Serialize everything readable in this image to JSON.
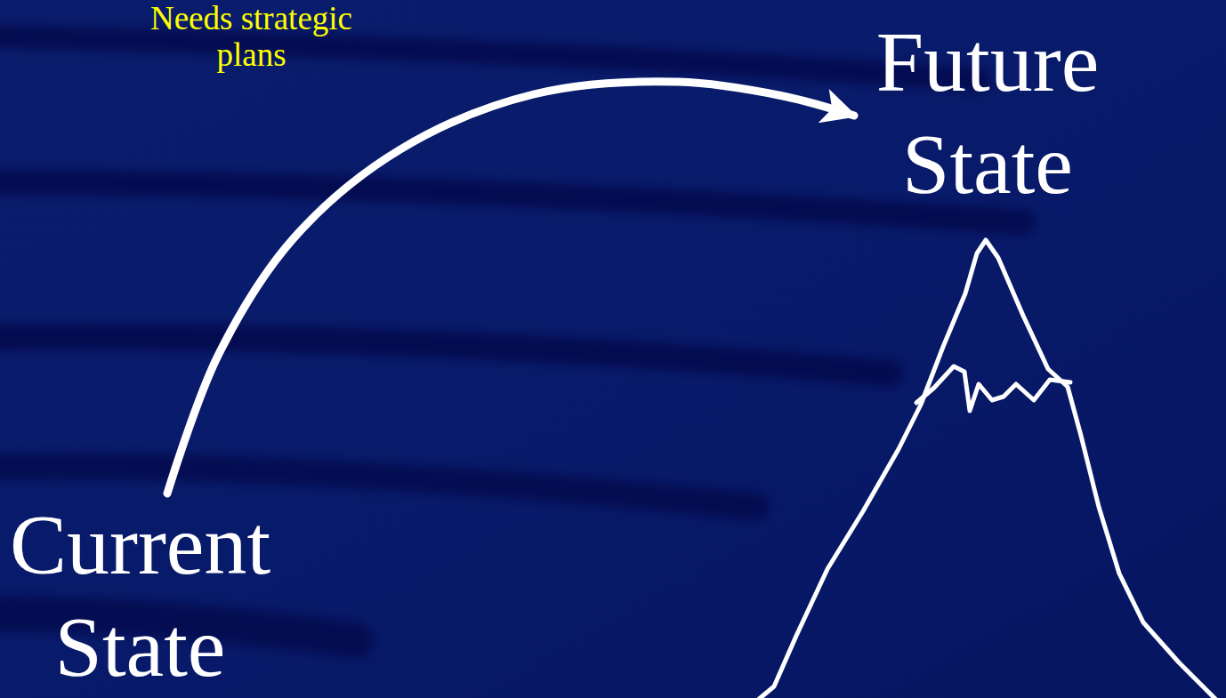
{
  "diagram": {
    "nodes": [
      {
        "text": [
          "Current State"
        ]
      },
      {
        "text": [
          "Future State"
        ]
      }
    ],
    "edges": [
      {
        "from": 0,
        "to": 1,
        "arrow": "to",
        "label": "Needs strategic plans"
      }
    ]
  }
}
